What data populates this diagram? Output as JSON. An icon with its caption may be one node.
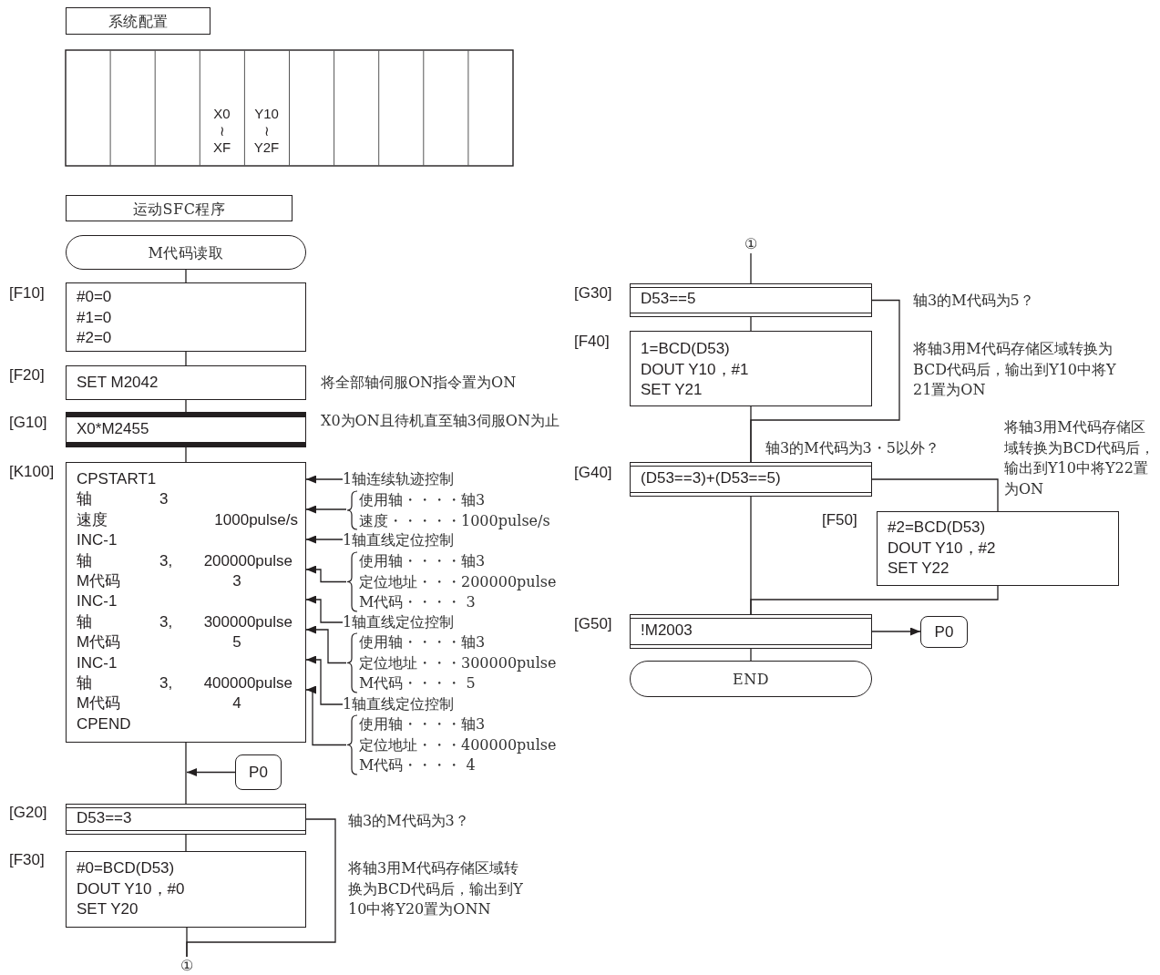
{
  "diagram": {
    "nodes": [
      {
        "text": [
          "系统配置"
        ]
      },
      {
        "text": [
          "运动SFC程序"
        ]
      },
      {
        "text": [
          "M代码读取"
        ]
      },
      {
        "text": [
          "#0=0",
          "#1=0",
          "#2=0"
        ],
        "beside": [
          "[F10]"
        ]
      },
      {
        "text": [
          "SET M2042"
        ],
        "beside": [
          "[F20]",
          "将全部轴伺服ON指令置为ON"
        ]
      },
      {
        "text": [
          "X0*M2455"
        ],
        "beside": [
          "[G10]",
          "X0为ON且待机直至轴3伺服ON为止"
        ]
      },
      {
        "text": [
          "CPSTART1",
          "轴",
          "3",
          "速度",
          "1000pulse/s",
          "INC-1",
          "轴",
          "3,",
          "200000pulse",
          "M代码",
          "3",
          "INC-1",
          "轴",
          "3,",
          "300000pulse",
          "M代码",
          "5",
          "INC-1",
          "轴",
          "3,",
          "400000pulse",
          "M代码",
          "4",
          "CPEND"
        ],
        "beside": [
          "[K100]"
        ]
      },
      {
        "text": [
          "1轴连续轨迹控制"
        ]
      },
      {
        "text": [
          "使用轴・・・・轴3",
          "速度・・・・・1000pulse/s"
        ]
      },
      {
        "text": [
          "1轴直线定位控制"
        ]
      },
      {
        "text": [
          "使用轴・・・・轴3",
          "定位地址・・・200000pulse",
          "M代码・・・・ 3"
        ]
      },
      {
        "text": [
          "1轴直线定位控制"
        ]
      },
      {
        "text": [
          "使用轴・・・・轴3",
          "定位地址・・・300000pulse",
          "M代码・・・・ 5"
        ]
      },
      {
        "text": [
          "1轴直线定位控制"
        ]
      },
      {
        "text": [
          "使用轴・・・・轴3",
          "定位地址・・・400000pulse",
          "M代码・・・・ 4"
        ]
      },
      {
        "text": [
          "P0"
        ]
      },
      {
        "text": [
          "D53==3"
        ],
        "beside": [
          "[G20]",
          "轴3的M代码为3？"
        ]
      },
      {
        "text": [
          "#0=BCD(D53)",
          "DOUT Y10，#0",
          "SET Y20"
        ],
        "beside": [
          "[F30]",
          "将轴3用M代码存储区域转换为BCD代码后，输出到Y10中将Y20置为ONN"
        ]
      },
      {
        "text": [
          "①"
        ]
      },
      {
        "text": [
          "①"
        ]
      },
      {
        "text": [
          "D53==5"
        ],
        "beside": [
          "[G30]",
          "轴3的M代码为5？"
        ]
      },
      {
        "text": [
          "1=BCD(D53)",
          "DOUT Y10，#1",
          "SET Y21"
        ],
        "beside": [
          "[F40]",
          "将轴3用M代码存储区域转换为BCD代码后，输出到Y10中将Y21置为ON"
        ]
      },
      {
        "text": [
          "(D53==3)+(D53==5)"
        ],
        "beside": [
          "[G40]",
          "轴3的M代码为3・5以外？"
        ]
      },
      {
        "text": [
          "#2=BCD(D53)",
          "DOUT Y10，#2",
          "SET Y22"
        ],
        "beside": [
          "[F50]",
          "将轴3用M代码存储区域转换为BCD代码后，输出到Y10中将Y22置为ON"
        ]
      },
      {
        "text": [
          "!M2003"
        ],
        "beside": [
          "[G50]"
        ]
      },
      {
        "text": [
          "P0"
        ]
      },
      {
        "text": [
          "END"
        ]
      }
    ],
    "edges": [
      {
        "from": 2,
        "to": 3,
        "arrow": "none"
      },
      {
        "from": 3,
        "to": 4,
        "arrow": "none"
      },
      {
        "from": 4,
        "to": 5,
        "arrow": "none"
      },
      {
        "from": 5,
        "to": 6,
        "arrow": "none"
      },
      {
        "from": 6,
        "to": 16,
        "arrow": "none"
      },
      {
        "from": 16,
        "to": 17,
        "arrow": "none"
      },
      {
        "from": 17,
        "to": 18,
        "arrow": "none"
      },
      {
        "from": 16,
        "to": 18,
        "arrow": "none"
      },
      {
        "from": 7,
        "to": 6,
        "arrow": "to"
      },
      {
        "from": 8,
        "to": 6,
        "arrow": "to"
      },
      {
        "from": 9,
        "to": 6,
        "arrow": "to"
      },
      {
        "from": 10,
        "to": 6,
        "arrow": "to"
      },
      {
        "from": 11,
        "to": 6,
        "arrow": "to"
      },
      {
        "from": 12,
        "to": 6,
        "arrow": "to"
      },
      {
        "from": 13,
        "to": 6,
        "arrow": "to"
      },
      {
        "from": 14,
        "to": 6,
        "arrow": "to"
      },
      {
        "from": 15,
        "to": null,
        "arrow": "to"
      },
      {
        "from": 19,
        "to": 20,
        "arrow": "none"
      },
      {
        "from": 20,
        "to": 21,
        "arrow": "none"
      },
      {
        "from": 21,
        "to": 22,
        "arrow": "none"
      },
      {
        "from": 20,
        "to": 22,
        "arrow": "none"
      },
      {
        "from": 22,
        "to": 23,
        "arrow": "none"
      },
      {
        "from": 23,
        "to": 24,
        "arrow": "none"
      },
      {
        "from": 22,
        "to": 24,
        "arrow": "none"
      },
      {
        "from": 24,
        "to": 26,
        "arrow": "none"
      },
      {
        "from": 24,
        "to": 25,
        "arrow": "to"
      }
    ],
    "labels": [
      "X0 ≀ XF",
      "Y10 ≀ Y2F"
    ]
  }
}
